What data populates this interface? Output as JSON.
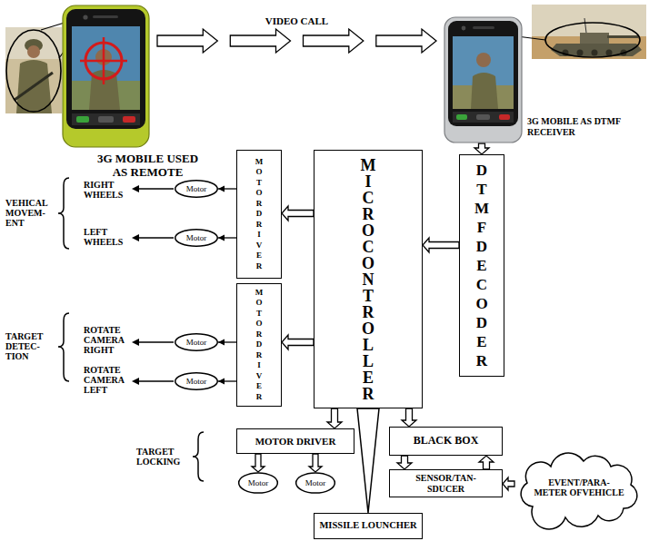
{
  "diagram": {
    "nodes": [
      {
        "text": [
          "3G MOBILE USED AS REMOTE"
        ]
      },
      {
        "text": [
          "3G MOBILE AS DTMF RECEIVER"
        ]
      },
      {
        "text": [
          "MOTOR DRIVER"
        ]
      },
      {
        "text": [
          "MICROCONTROLLER"
        ]
      },
      {
        "text": [
          "DTMF DECODER"
        ]
      },
      {
        "text": [
          "Motor"
        ]
      },
      {
        "text": [
          "Motor"
        ]
      },
      {
        "text": [
          "MOTOR DRIVER"
        ]
      },
      {
        "text": [
          "Motor"
        ]
      },
      {
        "text": [
          "Motor"
        ]
      },
      {
        "text": [
          "MOTOR DRIVER"
        ]
      },
      {
        "text": [
          "Motor"
        ]
      },
      {
        "text": [
          "Motor"
        ]
      },
      {
        "text": [
          "BLACK BOX"
        ]
      },
      {
        "text": [
          "SENSOR/TAN- SDUCER"
        ]
      },
      {
        "text": [
          "EVENT/PARA- METER OFVEHICLE"
        ]
      },
      {
        "text": [
          "MISSILE LOUNCHER"
        ]
      }
    ],
    "edges": [
      {
        "from": 0,
        "to": 1,
        "arrow": "to",
        "label": "VIDEO CALL"
      },
      {
        "from": 1,
        "to": 4,
        "arrow": "to"
      },
      {
        "from": 4,
        "to": 3,
        "arrow": "to"
      },
      {
        "from": 3,
        "to": 2,
        "arrow": "to"
      },
      {
        "from": 3,
        "to": 7,
        "arrow": "to"
      },
      {
        "from": 2,
        "to": 5,
        "arrow": "to"
      },
      {
        "from": 2,
        "to": 6,
        "arrow": "to"
      },
      {
        "from": 7,
        "to": 8,
        "arrow": "to"
      },
      {
        "from": 7,
        "to": 9,
        "arrow": "to"
      },
      {
        "from": 3,
        "to": 10,
        "arrow": "to"
      },
      {
        "from": 10,
        "to": 11,
        "arrow": "to"
      },
      {
        "from": 10,
        "to": 12,
        "arrow": "to"
      },
      {
        "from": 3,
        "to": 13,
        "arrow": "to"
      },
      {
        "from": 13,
        "to": 14,
        "arrow": "to"
      },
      {
        "from": 14,
        "to": 13,
        "arrow": "to"
      },
      {
        "from": 15,
        "to": 14,
        "arrow": "to"
      },
      {
        "from": 3,
        "to": 16,
        "arrow": "to"
      }
    ],
    "labels": [
      "VEHICAL MOVEM- ENT",
      "RIGHT WHEELS",
      "LEFT WHEELS",
      "TARGET DETEC- TION",
      "ROTATE CAMERA RIGHT",
      "ROTATE CAMERA LEFT",
      "TARGET LOCKING"
    ]
  }
}
